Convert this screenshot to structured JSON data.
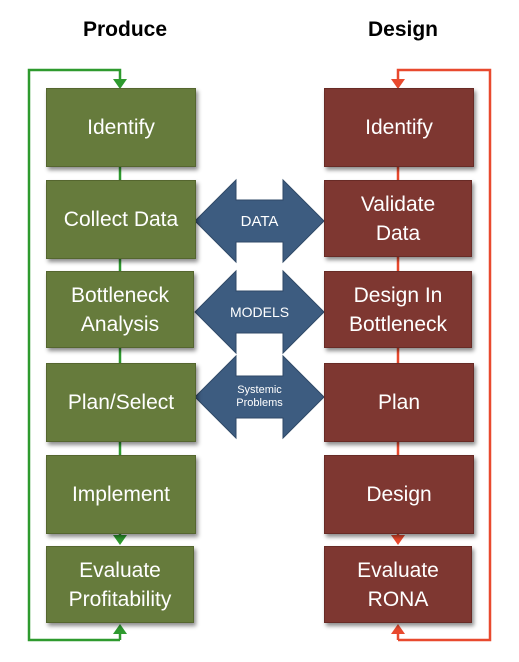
{
  "produce": {
    "title": "Produce",
    "steps": [
      "Identify",
      "Collect Data",
      "Bottleneck Analysis",
      "Plan/Select",
      "Implement",
      "Evaluate Profitability"
    ]
  },
  "design": {
    "title": "Design",
    "steps": [
      "Identify",
      "Validate Data",
      "Design In Bottleneck",
      "Plan",
      "Design",
      "Evaluate RONA"
    ]
  },
  "links": [
    "DATA",
    "MODELS",
    "Systemic Problems"
  ],
  "colors": {
    "produce_box": "#667b3c",
    "design_box": "#7e3731",
    "link_arrow": "#3d5c80",
    "produce_line": "#2e9a2e",
    "design_line": "#e8492e"
  }
}
